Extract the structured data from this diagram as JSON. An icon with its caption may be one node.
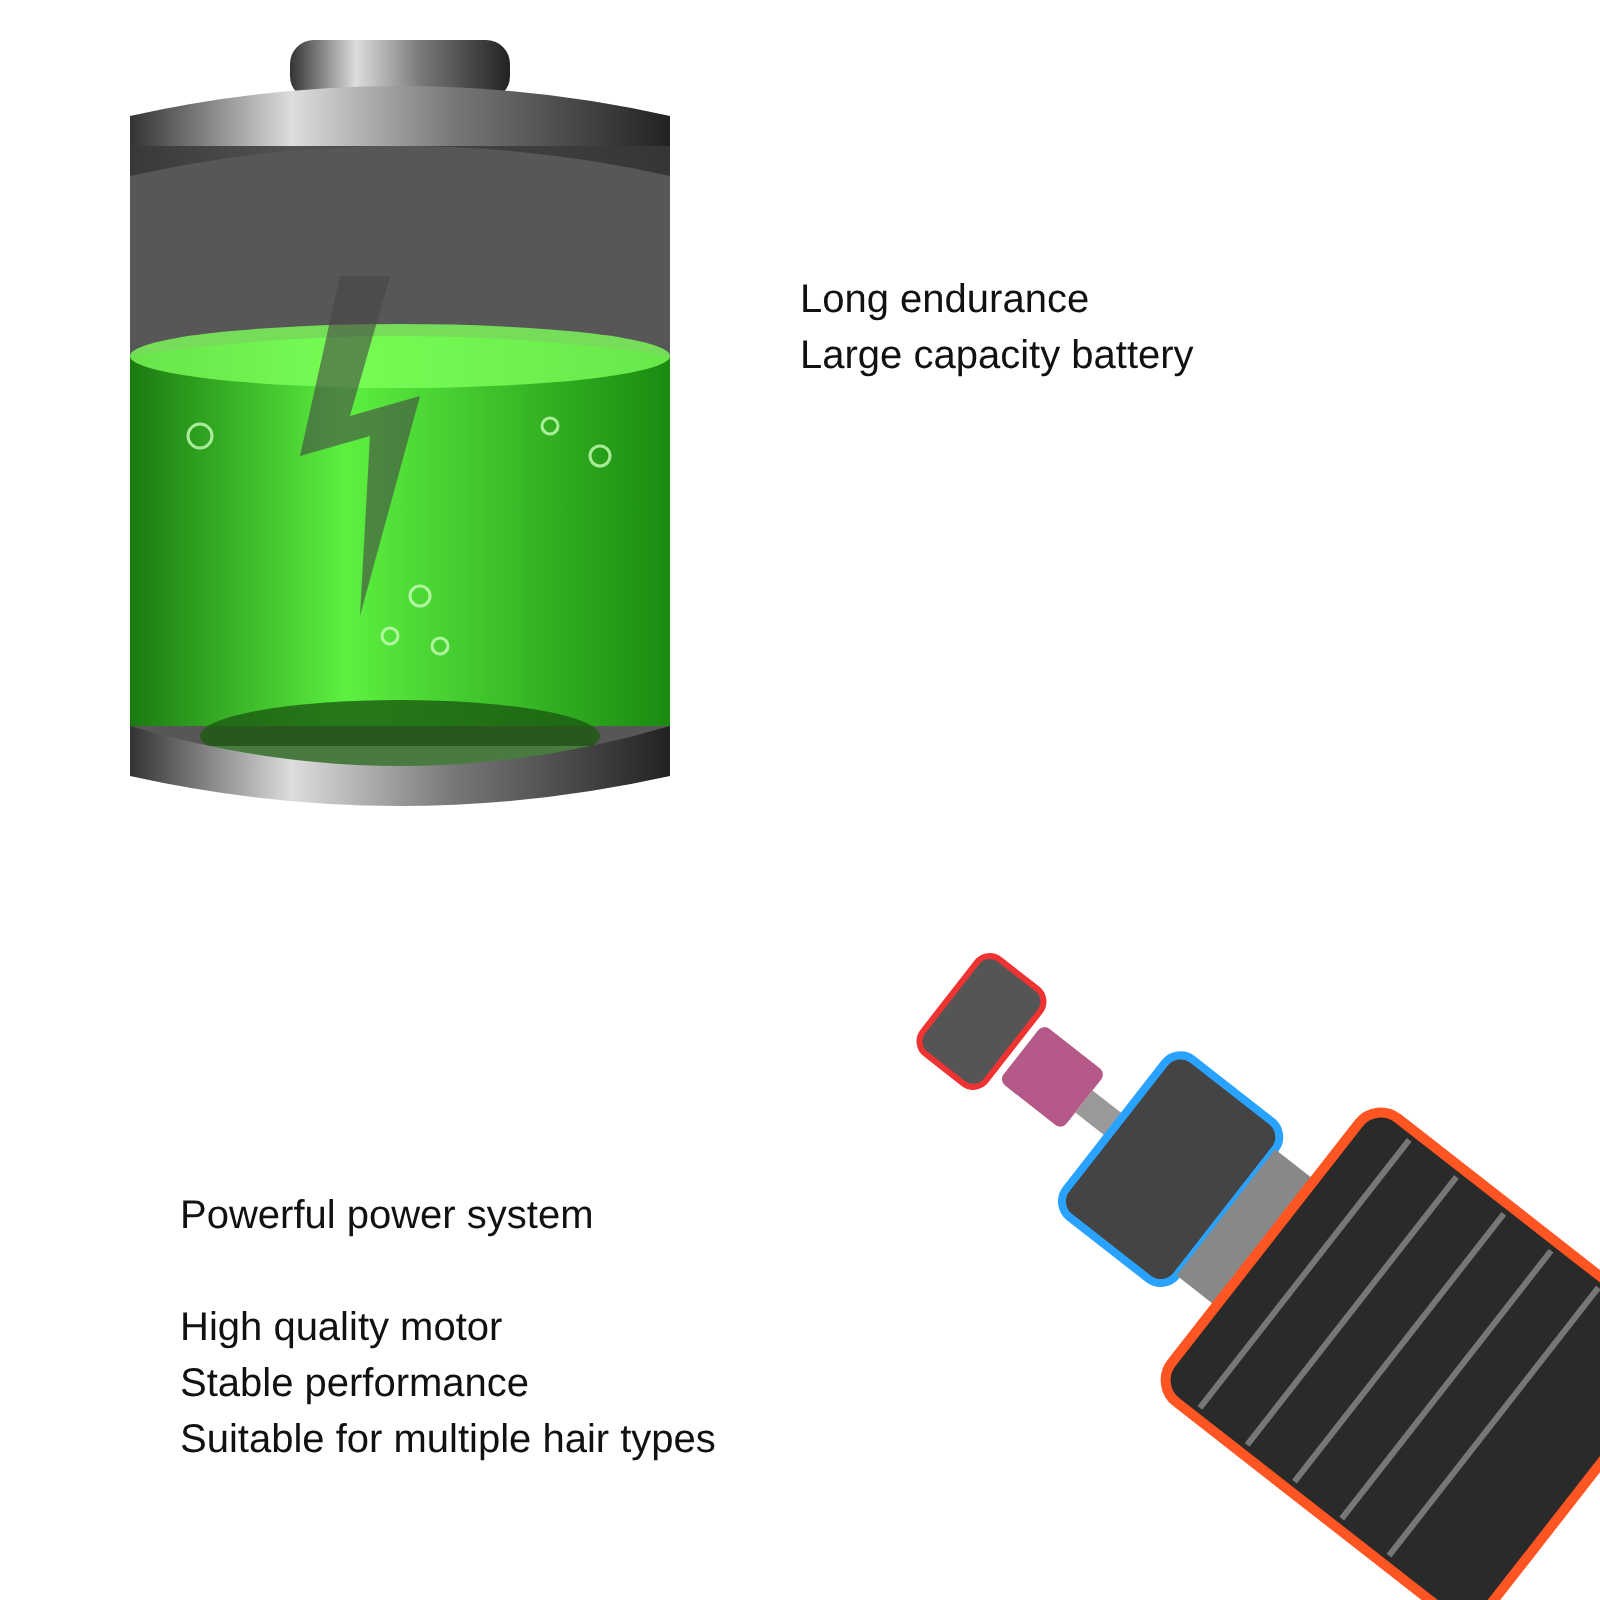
{
  "diagram": {
    "labels": [
      "Long endurance",
      "Large capacity battery",
      "Powerful power system",
      "High quality motor",
      "Stable performance",
      "Suitable for multiple hair types"
    ]
  }
}
